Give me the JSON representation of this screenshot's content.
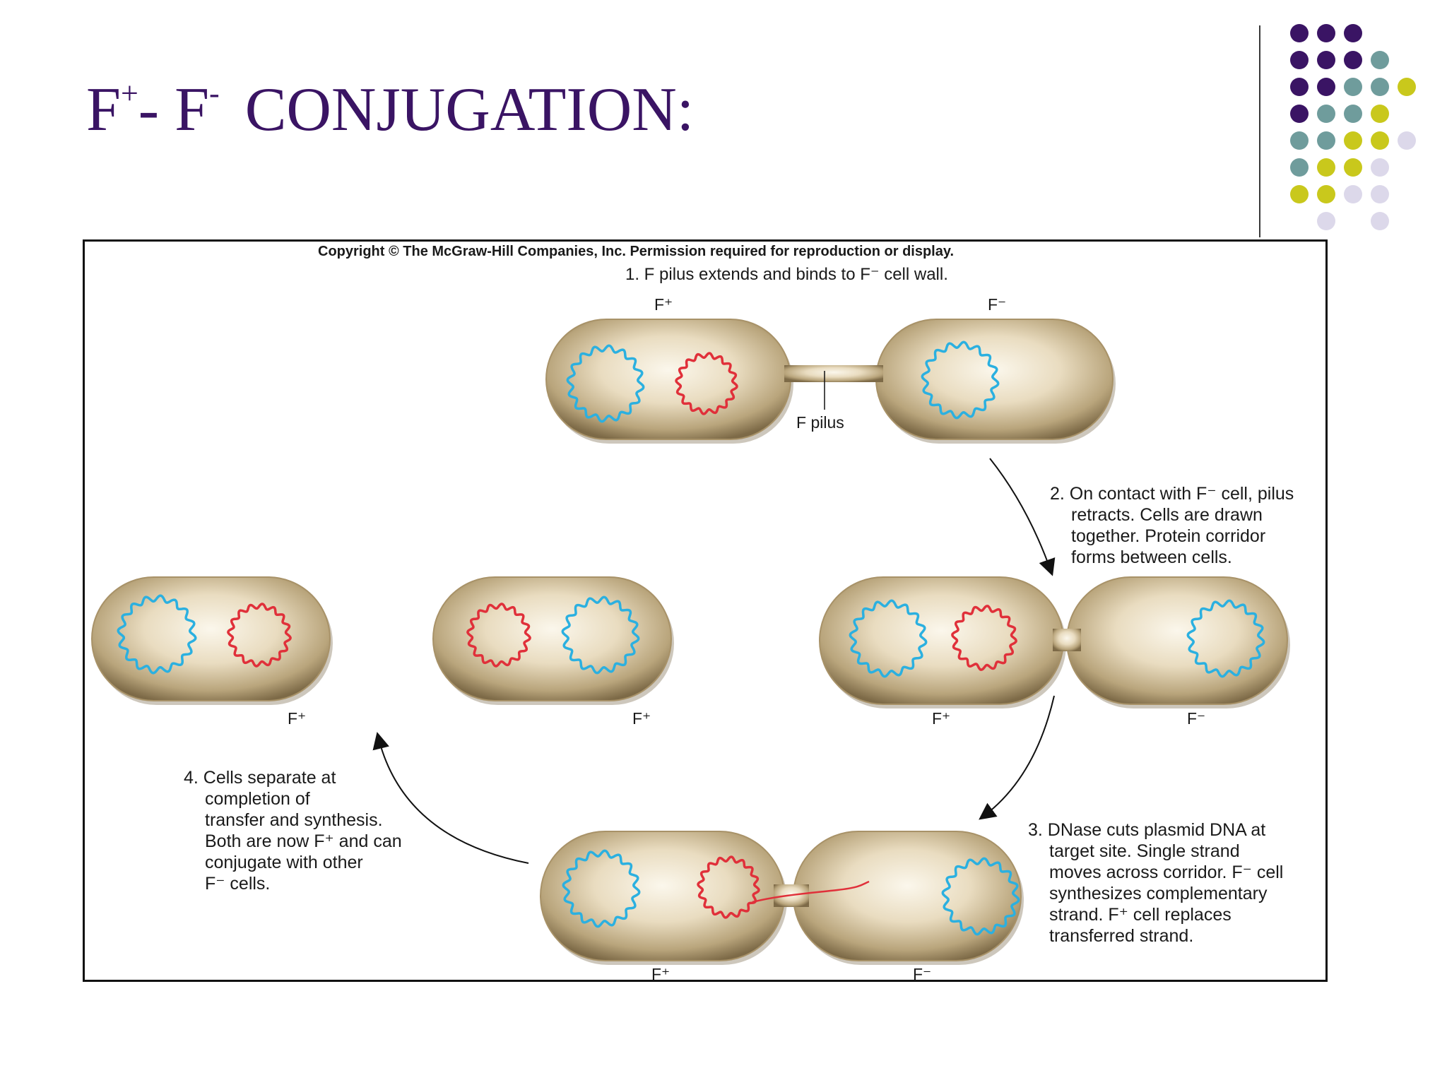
{
  "slide": {
    "title_main": "F",
    "title_sup1": "+",
    "title_dash": "- F",
    "title_sup2": "-",
    "title_rest": "CONJUGATION:"
  },
  "decoration": {
    "dot_colors": {
      "purple": "#3a1464",
      "teal": "#6f9c9c",
      "yellow": "#c9c81c",
      "lavender": "#dcd8ea"
    }
  },
  "figure": {
    "copyright": "Copyright © The McGraw-Hill Companies, Inc. Permission required for reproduction or display.",
    "step1": "1. F pilus extends and binds to F⁻ cell wall.",
    "pilus_label": "F pilus",
    "step2_lines": [
      "2. On contact with F⁻ cell, pilus",
      "retracts. Cells are drawn",
      "together. Protein corridor",
      "forms between cells."
    ],
    "step3_lines": [
      "3. DNase cuts plasmid DNA at",
      "target site. Single strand",
      "moves across corridor. F⁻ cell",
      "synthesizes complementary",
      "strand. F⁺ cell replaces",
      "transferred strand."
    ],
    "step4_lines": [
      "4. Cells separate at",
      "completion of",
      "transfer and synthesis.",
      "Both are now F⁺ and can",
      "conjugate with other",
      "F⁻ cells."
    ],
    "cell_labels": {
      "s1_left": "F⁺",
      "s1_right": "F⁻",
      "s2_left": "F⁺",
      "s2_right": "F⁻",
      "s3_left": "F⁺",
      "s3_right": "F⁻",
      "s4_a": "F⁺",
      "s4_b": "F⁺"
    },
    "colors": {
      "chromosome": "#2bb0e0",
      "plasmid": "#e0303a",
      "cell": "#a89268"
    }
  }
}
